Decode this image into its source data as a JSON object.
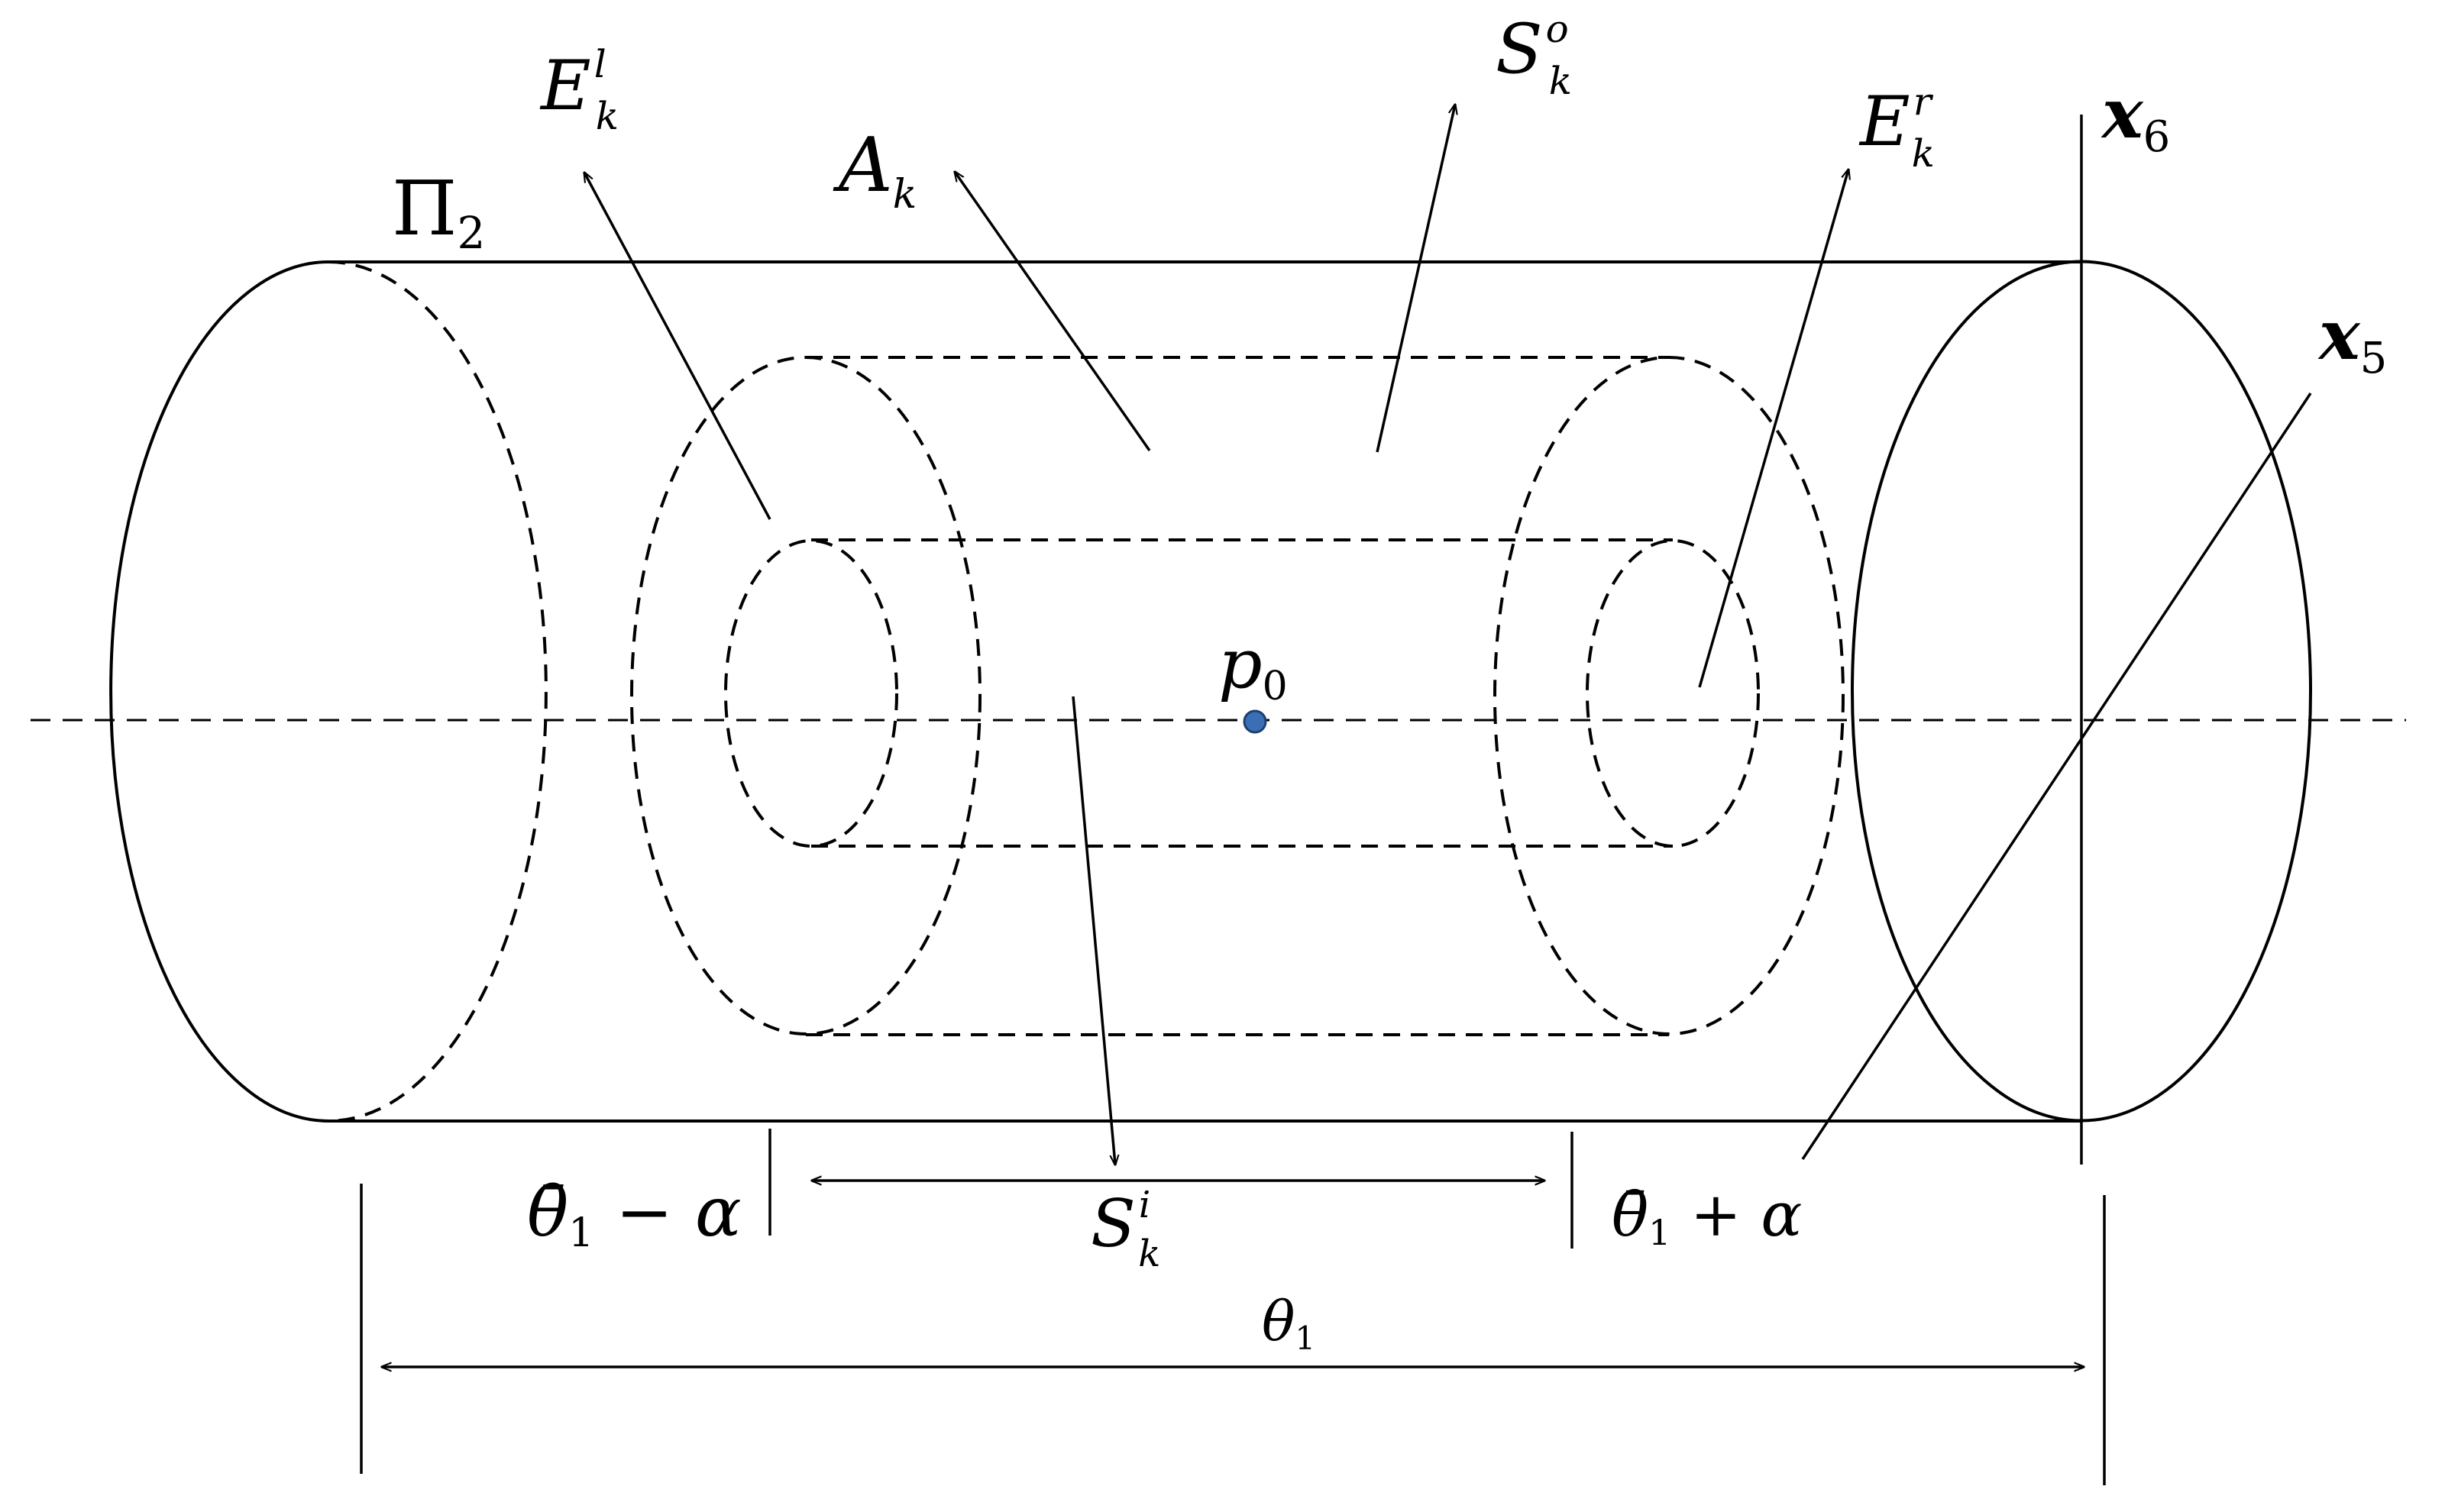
{
  "labels": {
    "pi2": {
      "main": "Π",
      "sub": "2"
    },
    "ekl": {
      "main": "E",
      "sup": "l",
      "sub": "k"
    },
    "ak": {
      "main": "A",
      "sub": "k"
    },
    "sko": {
      "main": "S",
      "sup": "o",
      "sub": "k"
    },
    "ekr": {
      "main": "E",
      "sup": "r",
      "sub": "k"
    },
    "x6": {
      "main": "x",
      "sub": "6"
    },
    "x5": {
      "main": "x",
      "sub": "5"
    },
    "p0": {
      "main": "p",
      "sub": "0"
    },
    "ski": {
      "main": "S",
      "sup": "i",
      "sub": "k"
    },
    "theta_minus": {
      "main": "θ̄",
      "sub": "1",
      "rest": " − α"
    },
    "theta_plus": {
      "main": "θ̄",
      "sub": "1",
      "rest": " + α"
    },
    "theta1": {
      "main": "θ",
      "sub": "1"
    }
  },
  "colors": {
    "line": "#000000",
    "point": "#3a6fb5",
    "background": "#ffffff"
  }
}
